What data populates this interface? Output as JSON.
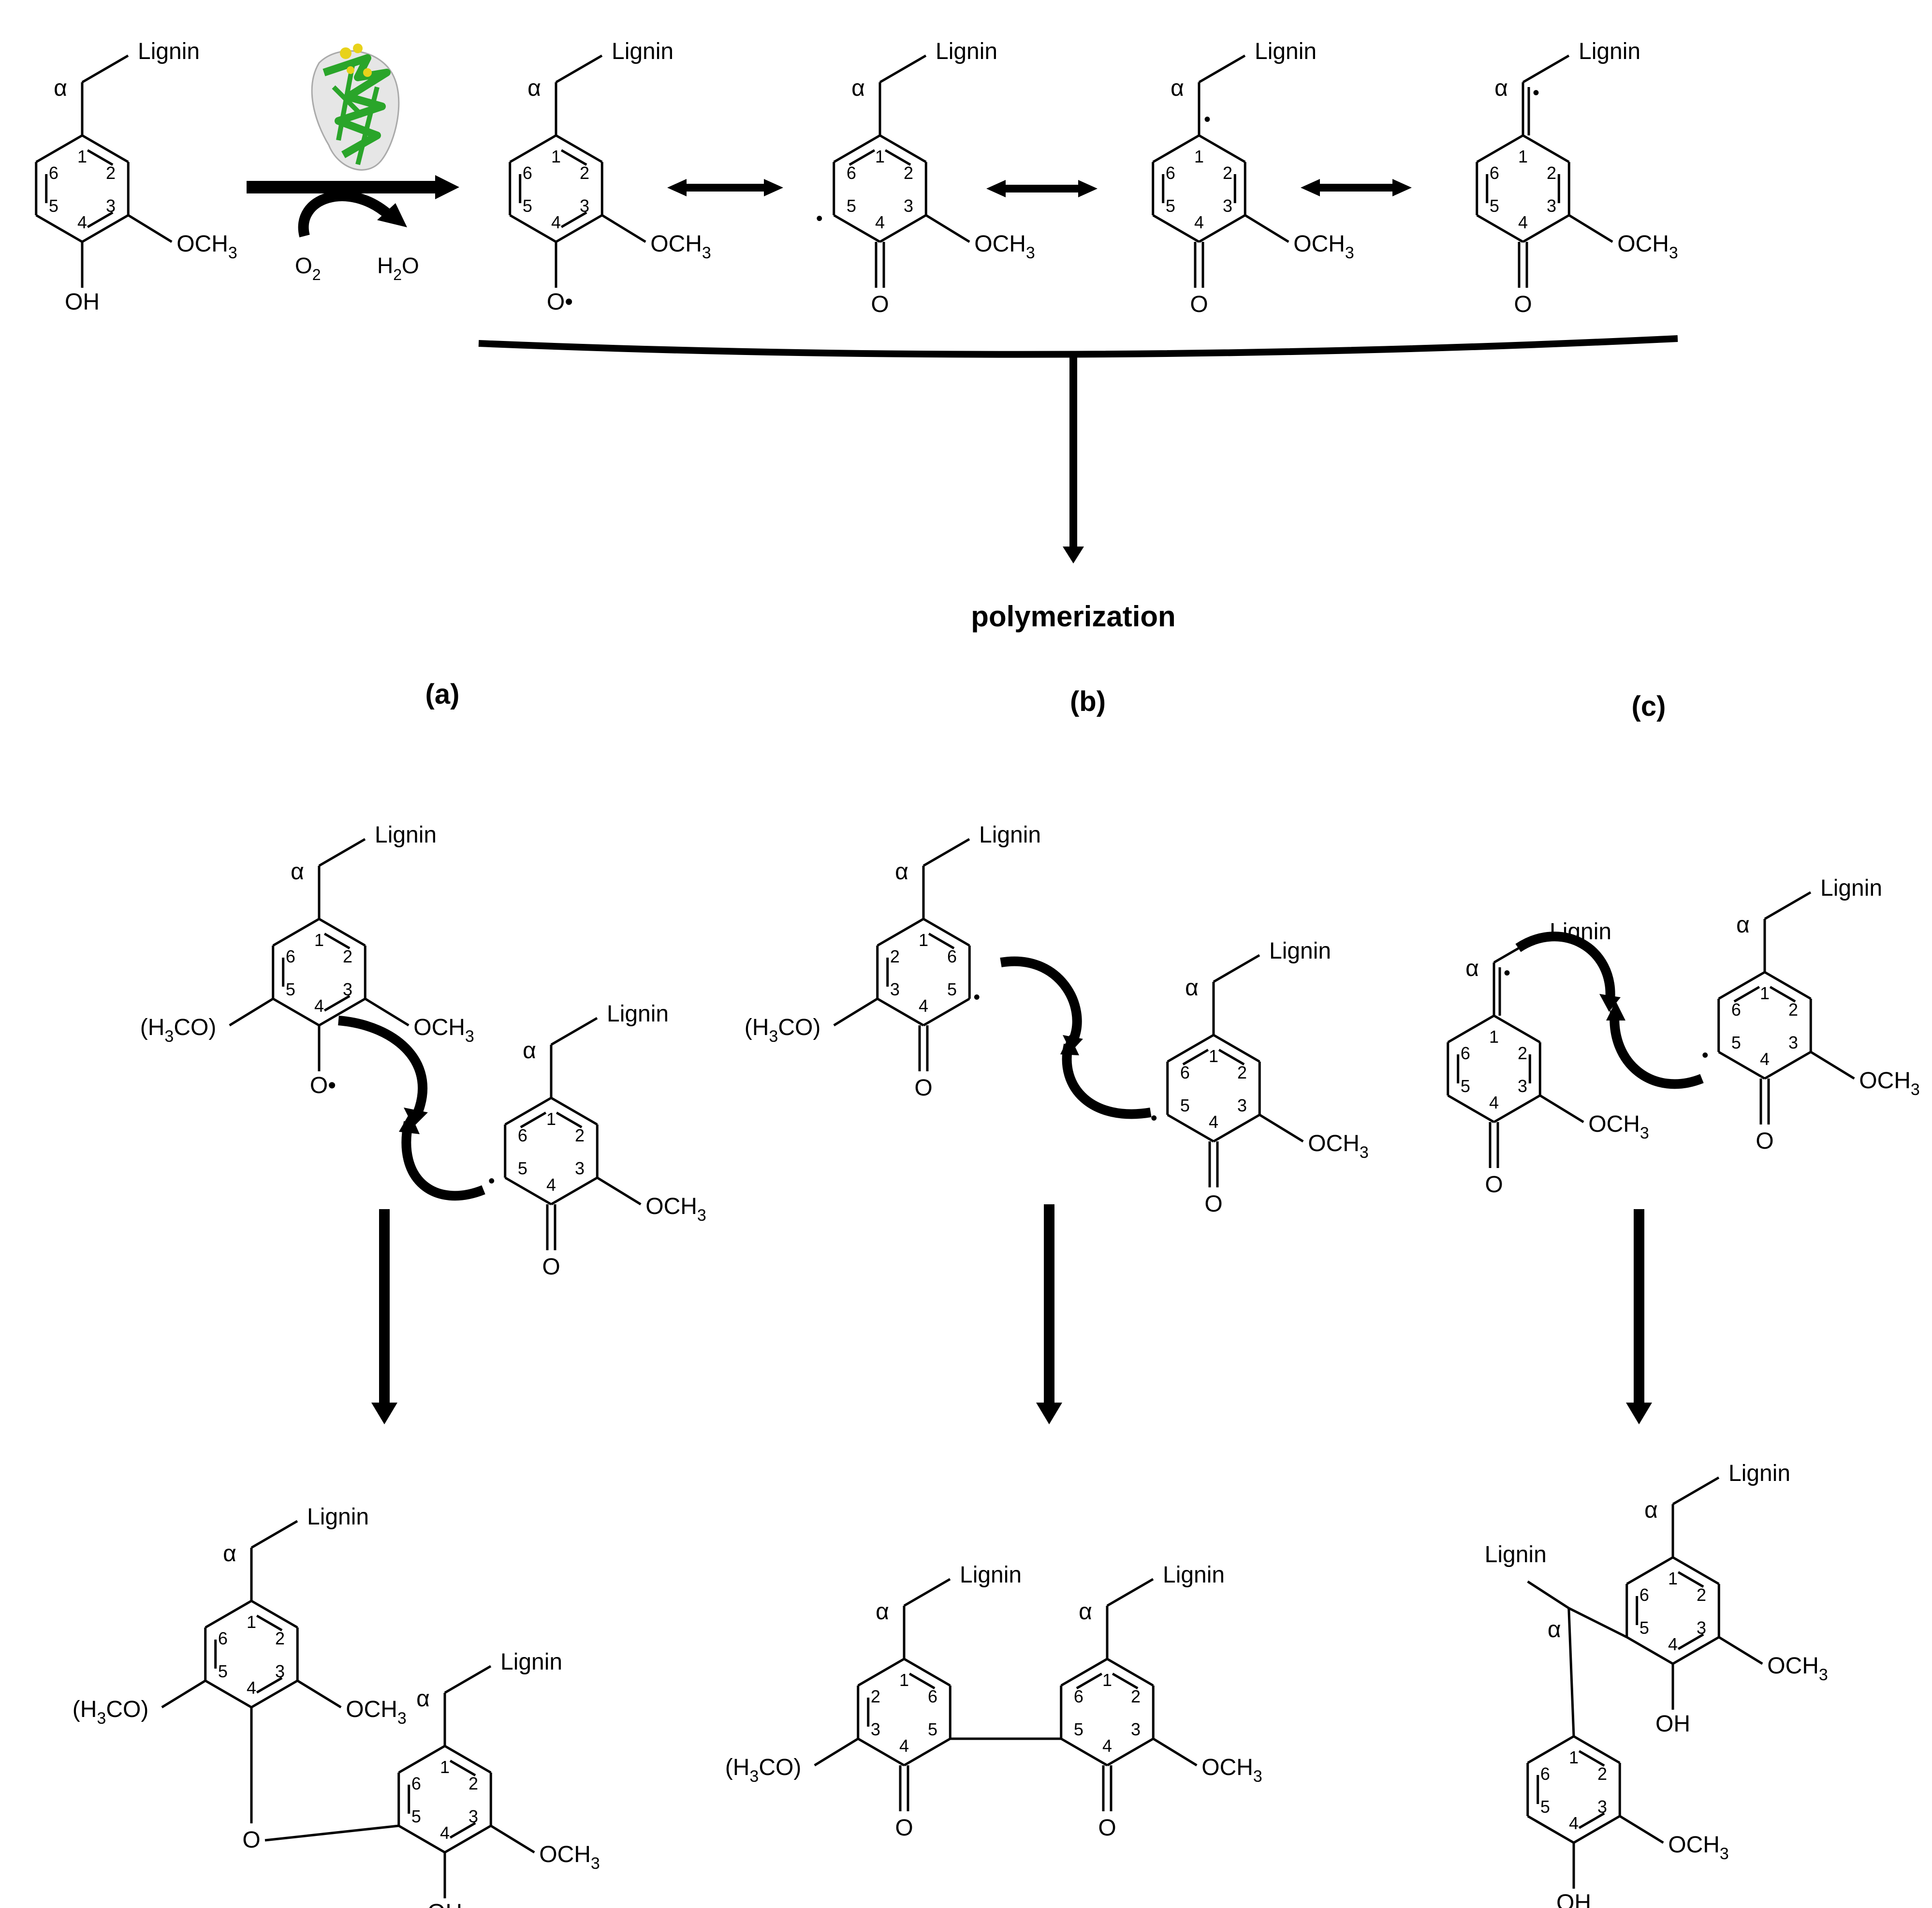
{
  "labels": {
    "lignin": "Lignin",
    "alpha": "α",
    "oh": "OH",
    "och3_main": "OCH",
    "och3_sub": "3",
    "h3co_h": "H",
    "h3co_sub": "3",
    "h3co_co": "CO",
    "o_radical": "O•",
    "o": "O",
    "o2_main": "O",
    "o2_sub": "2",
    "h2o_h": "H",
    "h2o_sub": "2",
    "h2o_o": "O",
    "dot": "•"
  },
  "ring_numbers": [
    "1",
    "2",
    "3",
    "4",
    "5",
    "6"
  ],
  "panel_labels": {
    "a": "(a)",
    "b": "(b)",
    "c": "(c)"
  },
  "step_label": "polymerization",
  "enzyme_icon": "laccase-protein-icon",
  "colors": {
    "ink": "#000000",
    "protein_green": "#2aa52a",
    "protein_yellow": "#e8d21a",
    "protein_white": "#e6e6e6"
  }
}
